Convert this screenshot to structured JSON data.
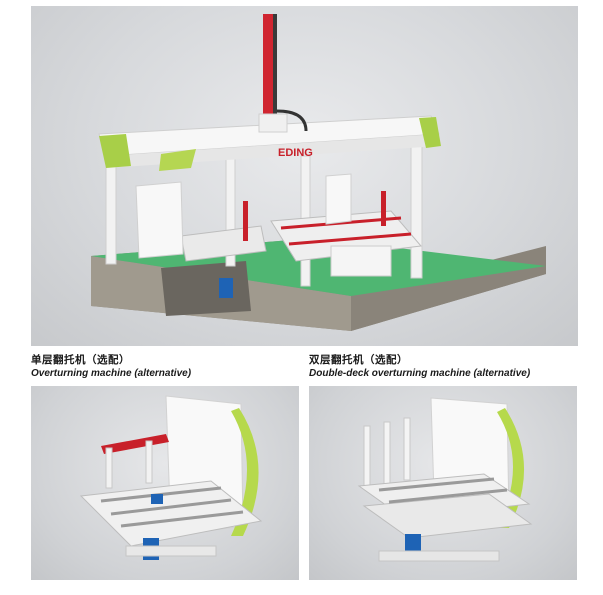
{
  "hero": {
    "brand_logo_text": "EDING"
  },
  "captions": [
    {
      "zh": "单层翻托机（选配）",
      "en": "Overturning machine (alternative)"
    },
    {
      "zh": "双层翻托机（选配）",
      "en": "Double-deck overturning machine (alternative)"
    }
  ],
  "colors": {
    "accent_red": "#c8202a",
    "accent_green": "#9dc63c",
    "floor_green": "#45b56a",
    "frame_white": "#f4f4f4"
  }
}
